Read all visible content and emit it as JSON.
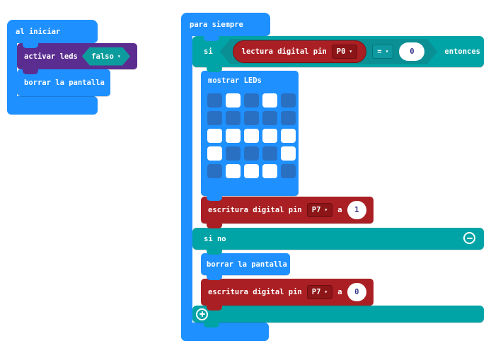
{
  "palette": {
    "basic_blue": "#1e90ff",
    "led_off_blue": "#2a70c2",
    "led_category_purple": "#5c2d91",
    "logic_teal": "#00a4a6",
    "logic_teal_dark": "#0a9094",
    "pins_red": "#aa1f23",
    "pins_red_dark": "#8c1518",
    "boolean_hex_teal": "#0d9c9e",
    "number_text": "#3a3a8c",
    "canvas_bg": "#ffffff"
  },
  "on_start": {
    "title": "al iniciar",
    "set_led_enable": {
      "label": "activar leds",
      "value": "falso",
      "arrow": "▾"
    },
    "clear_screen": {
      "label": "borrar la pantalla"
    }
  },
  "forever": {
    "title": "para siempre",
    "if": {
      "keyword": "si",
      "then_keyword": "entonces",
      "else_keyword": "si no",
      "condition": {
        "digital_read": {
          "label": "lectura digital pin",
          "pin": "P0",
          "arrow": "▾"
        },
        "operator": "=",
        "operator_arrow": "▾",
        "compare_value": "0"
      },
      "then": {
        "show_leds": {
          "label": "mostrar LEDs",
          "grid": [
            [
              0,
              1,
              0,
              1,
              0
            ],
            [
              0,
              0,
              0,
              0,
              0
            ],
            [
              1,
              1,
              1,
              1,
              1
            ],
            [
              1,
              0,
              0,
              0,
              1
            ],
            [
              0,
              1,
              1,
              1,
              0
            ]
          ]
        },
        "digital_write": {
          "label": "escritura digital pin",
          "pin": "P7",
          "arrow": "▾",
          "connector": "a",
          "value": "1"
        }
      },
      "else": {
        "clear_screen": {
          "label": "borrar la pantalla"
        },
        "digital_write": {
          "label": "escritura digital pin",
          "pin": "P7",
          "arrow": "▾",
          "connector": "a",
          "value": "0"
        }
      }
    }
  }
}
